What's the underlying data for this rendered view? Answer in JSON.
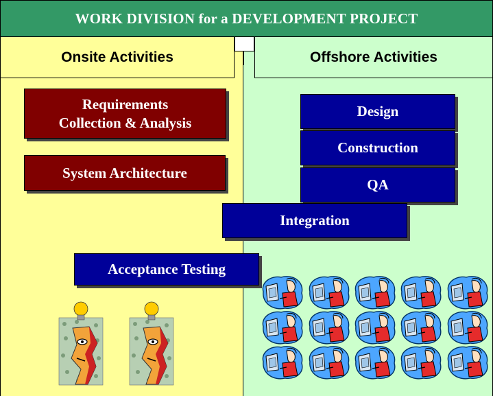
{
  "title": "WORK DIVISION for a DEVELOPMENT PROJECT",
  "headers": {
    "onsite": "Onsite Activities",
    "offshore": "Offshore Activities"
  },
  "onsite_boxes": {
    "requirements_line1": "Requirements",
    "requirements_line2": "Collection & Analysis",
    "system_architecture": "System Architecture"
  },
  "offshore_boxes": {
    "design": "Design",
    "construction": "Construction",
    "qa": "QA"
  },
  "shared_boxes": {
    "integration": "Integration",
    "acceptance_testing": "Acceptance Testing"
  },
  "icons": {
    "onsite_thinker": "thinker-lightbulb-icon",
    "offshore_worker": "computer-worker-icon",
    "onsite_count": 2,
    "offshore_grid": "3 rows x 5 columns"
  },
  "colors": {
    "title_bar": "#339966",
    "onsite_bg": "#ffff99",
    "offshore_bg": "#ccffcc",
    "onsite_box": "#800000",
    "offshore_box": "#000099"
  }
}
